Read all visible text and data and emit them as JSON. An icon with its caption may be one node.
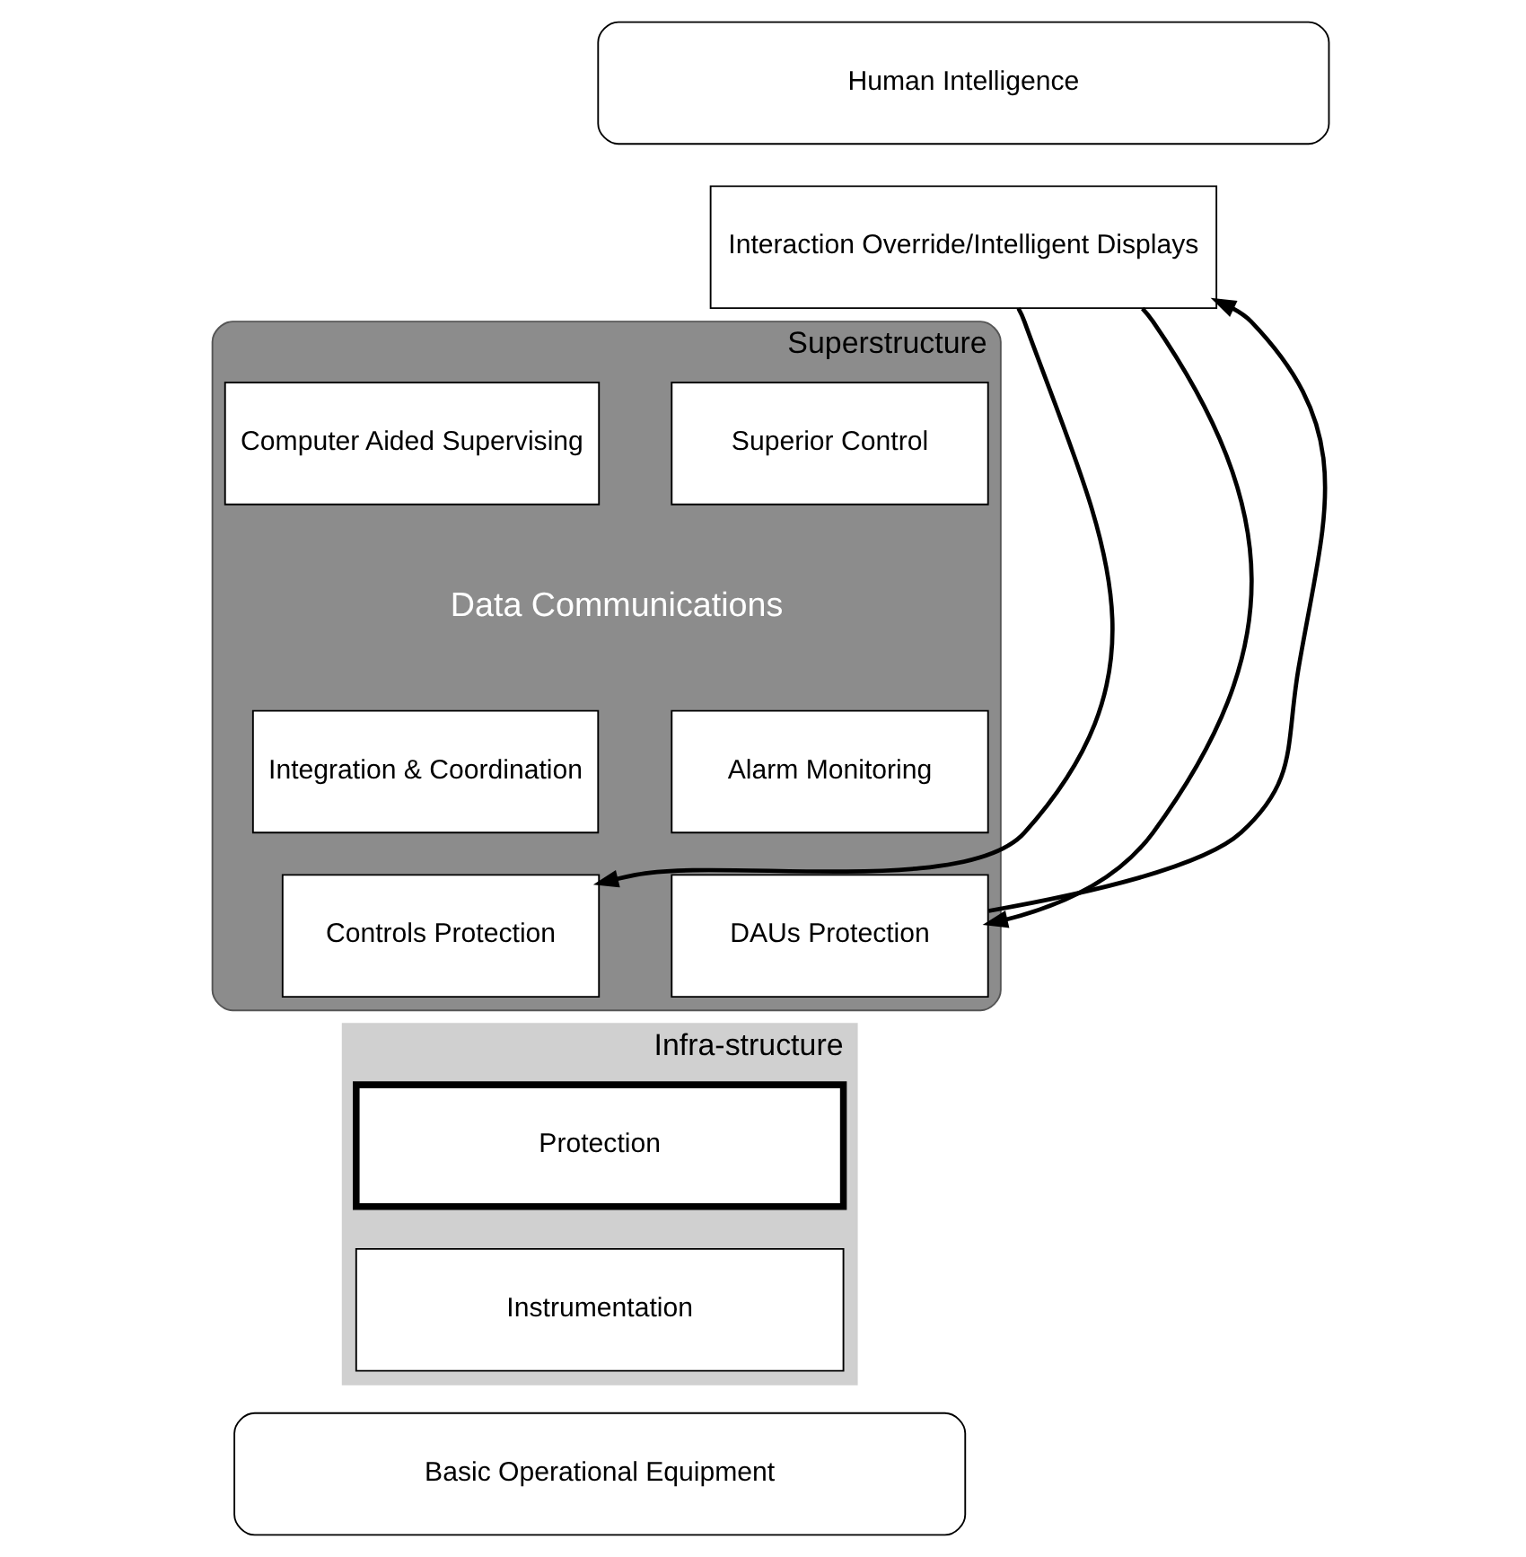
{
  "diagram": {
    "nodes": [
      {
        "text": [
          "Human Intelligence"
        ]
      },
      {
        "text": [
          "Interaction Override/Intelligent Displays"
        ]
      },
      {
        "text": [
          "Superstructure"
        ]
      },
      {
        "text": [
          "Superior Control"
        ],
        "in": 2
      },
      {
        "text": [
          "Computer Aided Supervising"
        ],
        "in": 2
      },
      {
        "text": [
          "Integration & Coordination"
        ],
        "in": 2
      },
      {
        "text": [
          "Alarm Monitoring"
        ],
        "in": 2
      },
      {
        "text": [
          "Controls Protection"
        ],
        "in": 2
      },
      {
        "text": [
          "DAUs Protection"
        ],
        "in": 2
      },
      {
        "text": [
          "Infra-structure"
        ]
      },
      {
        "text": [
          "Protection"
        ],
        "in": 9
      },
      {
        "text": [
          "Instrumentation"
        ],
        "in": 9
      },
      {
        "text": [
          "Basic Operational Equipment"
        ]
      }
    ],
    "edges": [
      {
        "from": 1,
        "to": 7,
        "arrow": "to"
      },
      {
        "from": 1,
        "to": 8,
        "arrow": "to"
      },
      {
        "from": 8,
        "to": 1,
        "arrow": "to"
      }
    ],
    "labels": [
      "Data Communications"
    ]
  }
}
